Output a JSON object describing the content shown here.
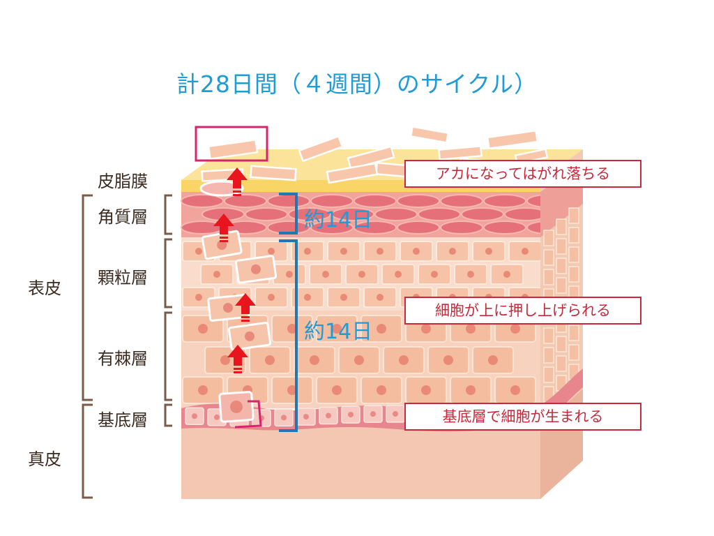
{
  "title": "計28日間（４週間）のサイクル）",
  "layers": {
    "sebum": "皮脂膜",
    "stratum_corneum": "角質層",
    "granular": "顆粒層",
    "spinous": "有棘層",
    "basal": "基底層"
  },
  "groups": {
    "epidermis": "表皮",
    "dermis": "真皮"
  },
  "durations": {
    "upper": "約14日",
    "lower": "約14日"
  },
  "callouts": {
    "shed": "アカになってはがれ落ちる",
    "pushed": "細胞が上に押し上げられる",
    "born": "基底層で細胞が生まれる"
  },
  "colors": {
    "title": "#1f9bd6",
    "bracket_blue": "#1f78b4",
    "callout_red": "#c8283a",
    "arrow_red": "#e8141e",
    "sebum_yellow": "#f9d466",
    "corneum_pink": "#e8757a",
    "skin": "#f4c2a8",
    "dermis": "#f3c7b2",
    "highlight_magenta": "#d6246e"
  }
}
